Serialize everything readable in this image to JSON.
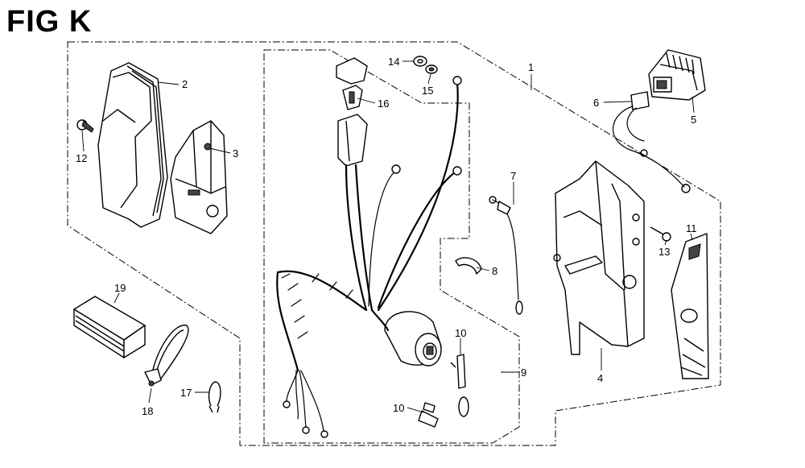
{
  "figure": {
    "title": "FIG K"
  },
  "callouts": [
    {
      "id": "1",
      "number": "1"
    },
    {
      "id": "2",
      "number": "2"
    },
    {
      "id": "3",
      "number": "3"
    },
    {
      "id": "4",
      "number": "4"
    },
    {
      "id": "5",
      "number": "5"
    },
    {
      "id": "6",
      "number": "6"
    },
    {
      "id": "7",
      "number": "7"
    },
    {
      "id": "8",
      "number": "8"
    },
    {
      "id": "9",
      "number": "9"
    },
    {
      "id": "10a",
      "number": "10"
    },
    {
      "id": "10b",
      "number": "10"
    },
    {
      "id": "11",
      "number": "11"
    },
    {
      "id": "12",
      "number": "12"
    },
    {
      "id": "13",
      "number": "13"
    },
    {
      "id": "14",
      "number": "14"
    },
    {
      "id": "15",
      "number": "15"
    },
    {
      "id": "16",
      "number": "16"
    },
    {
      "id": "17",
      "number": "17"
    },
    {
      "id": "18",
      "number": "18"
    },
    {
      "id": "19",
      "number": "19"
    }
  ]
}
